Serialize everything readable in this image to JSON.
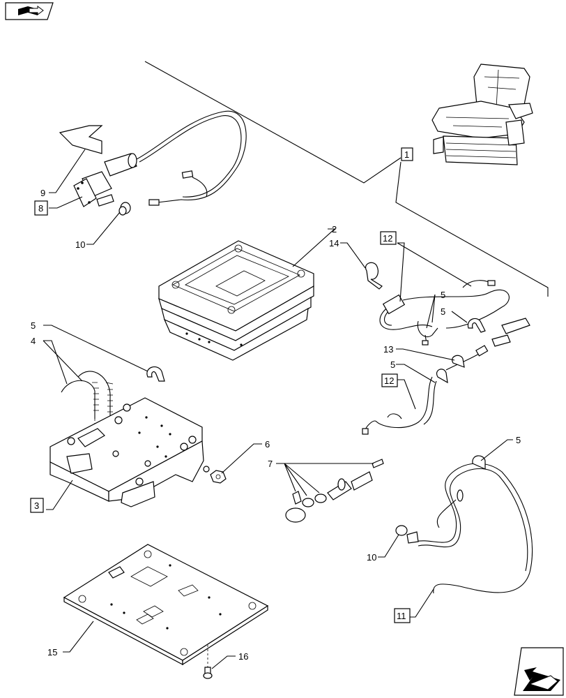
{
  "callouts": {
    "c1": "1",
    "c2": "2",
    "c3": "3",
    "c4": "4",
    "c5a": "5",
    "c5b": "5",
    "c5c": "5",
    "c5d": "5",
    "c5e": "5",
    "c6": "6",
    "c7": "7",
    "c8": "8",
    "c9": "9",
    "c10a": "10",
    "c10b": "10",
    "c11": "11",
    "c12a": "12",
    "c12b": "12",
    "c13": "13",
    "c14": "14",
    "c15": "15",
    "c16": "16"
  },
  "icons": {
    "top_left": "book-arrow-icon",
    "bottom_right": "next-arrow-icon"
  }
}
